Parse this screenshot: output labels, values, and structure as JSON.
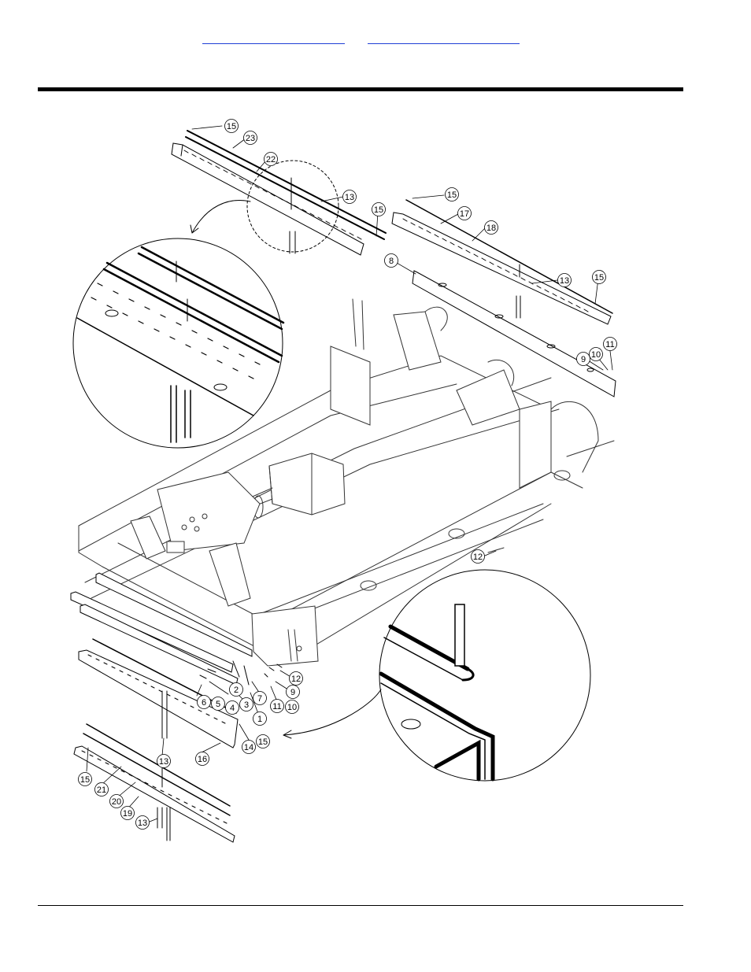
{
  "header": {
    "link_1": "",
    "link_2": ""
  },
  "diagram": {
    "callouts": [
      {
        "id": "c15a",
        "label": "15"
      },
      {
        "id": "c23",
        "label": "23"
      },
      {
        "id": "c22",
        "label": "22"
      },
      {
        "id": "c13a",
        "label": "13"
      },
      {
        "id": "c15b",
        "label": "15"
      },
      {
        "id": "c15c",
        "label": "15"
      },
      {
        "id": "c17",
        "label": "17"
      },
      {
        "id": "c18",
        "label": "18"
      },
      {
        "id": "c8",
        "label": "8"
      },
      {
        "id": "c13b",
        "label": "13"
      },
      {
        "id": "c15d",
        "label": "15"
      },
      {
        "id": "c9a",
        "label": "9"
      },
      {
        "id": "c10a",
        "label": "10"
      },
      {
        "id": "c11a",
        "label": "11"
      },
      {
        "id": "c12a",
        "label": "12"
      },
      {
        "id": "c12b",
        "label": "12"
      },
      {
        "id": "c9b",
        "label": "9"
      },
      {
        "id": "c6",
        "label": "6"
      },
      {
        "id": "c5",
        "label": "5"
      },
      {
        "id": "c4",
        "label": "4"
      },
      {
        "id": "c2",
        "label": "2"
      },
      {
        "id": "c3",
        "label": "3"
      },
      {
        "id": "c7",
        "label": "7"
      },
      {
        "id": "c11b",
        "label": "11"
      },
      {
        "id": "c10b",
        "label": "10"
      },
      {
        "id": "c1",
        "label": "1"
      },
      {
        "id": "c14",
        "label": "14"
      },
      {
        "id": "c15e",
        "label": "15"
      },
      {
        "id": "c16",
        "label": "16"
      },
      {
        "id": "c13c",
        "label": "13"
      },
      {
        "id": "c15f",
        "label": "15"
      },
      {
        "id": "c21",
        "label": "21"
      },
      {
        "id": "c20",
        "label": "20"
      },
      {
        "id": "c19",
        "label": "19"
      },
      {
        "id": "c13d",
        "label": "13"
      }
    ]
  }
}
